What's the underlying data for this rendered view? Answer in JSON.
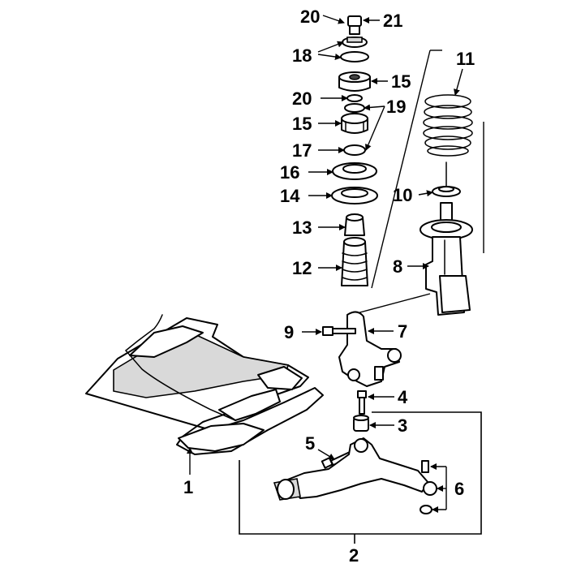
{
  "callouts": {
    "c1": "1",
    "c2": "2",
    "c3": "3",
    "c4": "4",
    "c5": "5",
    "c6": "6",
    "c7": "7",
    "c8": "8",
    "c9": "9",
    "c10": "10",
    "c11": "11",
    "c12": "12",
    "c13": "13",
    "c14": "14",
    "c15a": "15",
    "c15b": "15",
    "c16": "16",
    "c17": "17",
    "c18": "18",
    "c19": "19",
    "c20a": "20",
    "c20b": "20",
    "c21": "21"
  }
}
